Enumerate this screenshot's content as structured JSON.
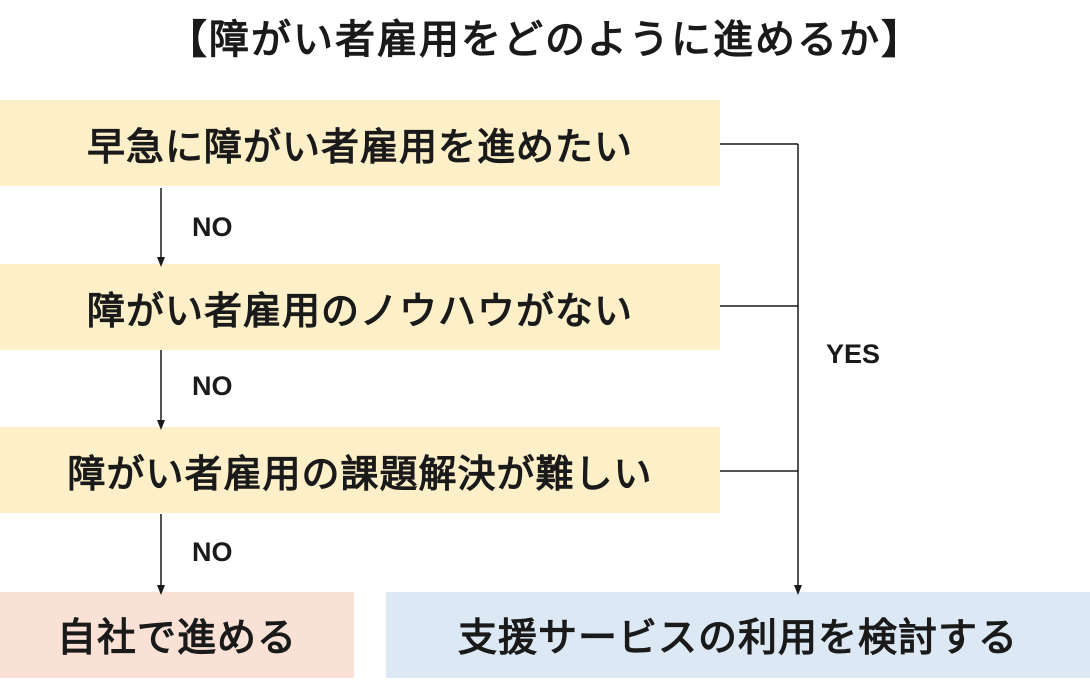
{
  "title": "【障がい者雇用をどのように進めるか】",
  "questions": [
    "早急に障がい者雇用を進めたい",
    "障がい者雇用のノウハウがない",
    "障がい者雇用の課題解決が難しい"
  ],
  "no_labels": [
    "NO",
    "NO",
    "NO"
  ],
  "yes_label": "YES",
  "results": {
    "self": "自社で進める",
    "service": "支援サービスの利用を検討する"
  },
  "colors": {
    "question_fill": "#fdf0c9",
    "self_fill": "#f9e2d5",
    "service_fill": "#dce8f4",
    "line": "#1a1a1a"
  }
}
